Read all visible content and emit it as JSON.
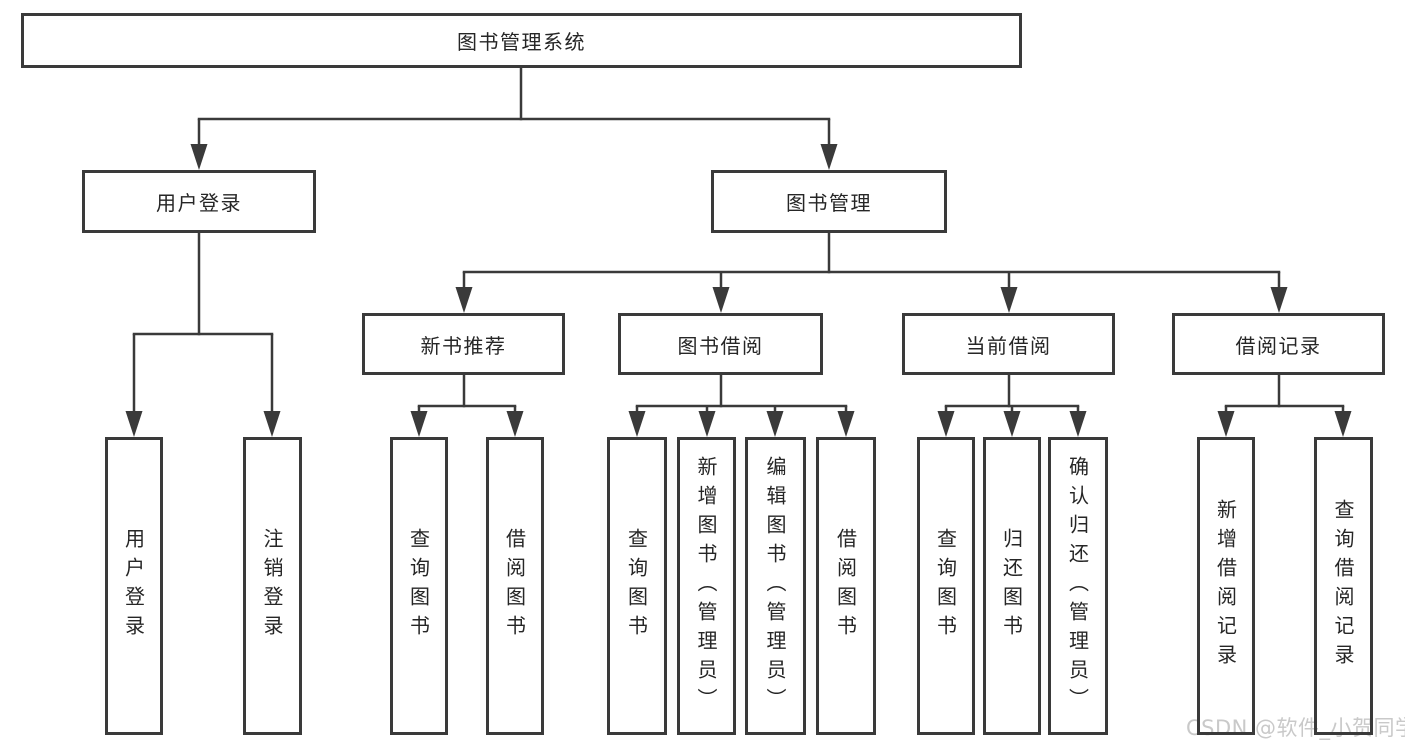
{
  "colors": {
    "line": "#3a3a3a",
    "box_border": "#3a3a3a",
    "box_bg": "#ffffff",
    "text": "#262626",
    "watermark": "#c9c9c9",
    "page_bg": "#ffffff"
  },
  "watermark": {
    "text": "CSDN @软件_小贺同学"
  },
  "nodes": {
    "root": {
      "label": "图书管理系统"
    },
    "level2": [
      {
        "label": "用户登录"
      },
      {
        "label": "图书管理"
      }
    ],
    "level3": [
      {
        "label": "新书推荐"
      },
      {
        "label": "图书借阅"
      },
      {
        "label": "当前借阅"
      },
      {
        "label": "借阅记录"
      }
    ],
    "leaves": {
      "user_login": [
        {
          "label": "用户登录"
        },
        {
          "label": "注销登录"
        }
      ],
      "new_book_recommend": [
        {
          "label": "查询图书"
        },
        {
          "label": "借阅图书"
        }
      ],
      "book_borrowing": [
        {
          "label": "查询图书"
        },
        {
          "label": "新增图书（管理员）"
        },
        {
          "label": "编辑图书（管理员）"
        },
        {
          "label": "借阅图书"
        }
      ],
      "current_borrowing": [
        {
          "label": "查询图书"
        },
        {
          "label": "归还图书"
        },
        {
          "label": "确认归还（管理员）"
        }
      ],
      "borrowing_records": [
        {
          "label": "新增借阅记录"
        },
        {
          "label": "查询借阅记录"
        }
      ]
    }
  }
}
